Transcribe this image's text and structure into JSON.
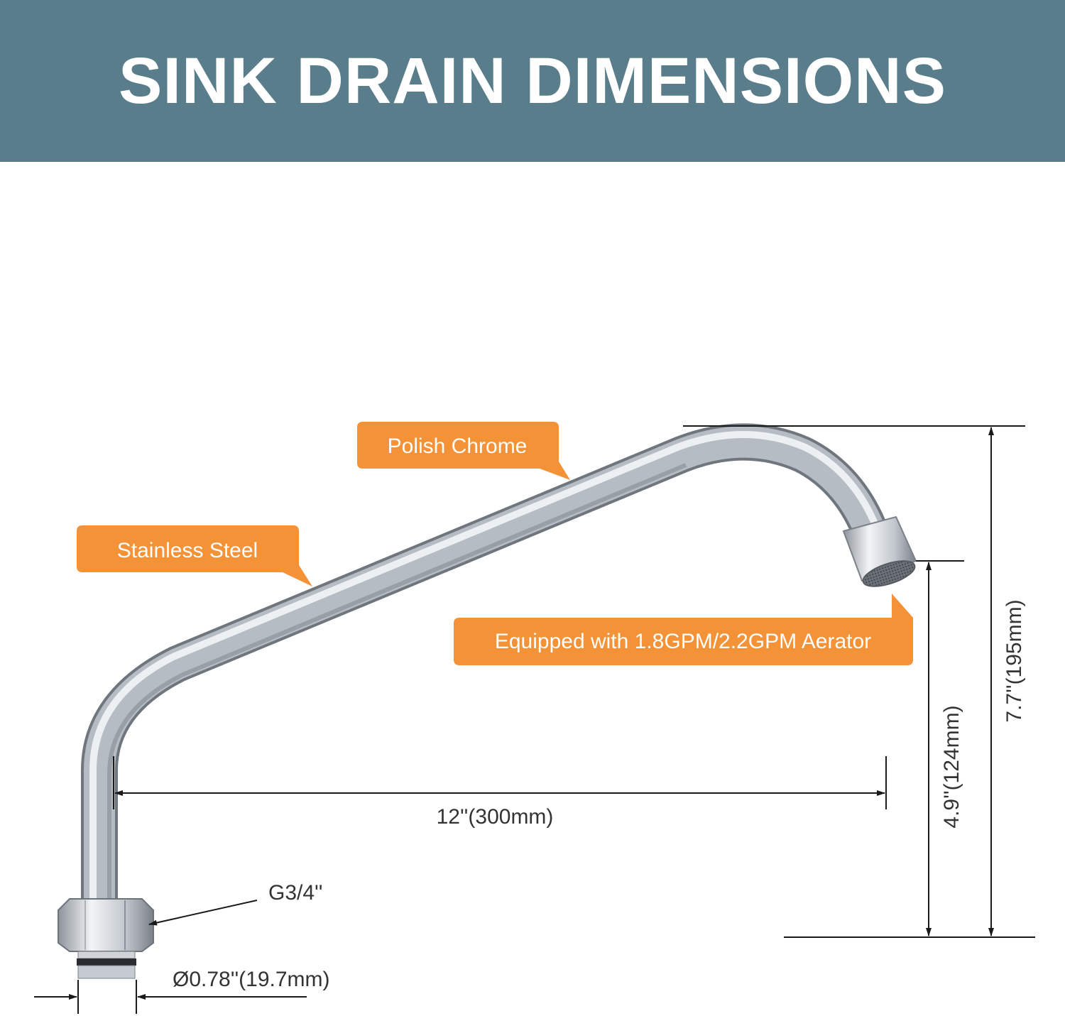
{
  "title": "SINK DRAIN DIMENSIONS",
  "colors": {
    "banner": "#5a7d8c",
    "callout": "#f39237",
    "chrome": "#c9ced4"
  },
  "callouts": {
    "polish_chrome": "Polish Chrome",
    "stainless_steel": "Stainless Steel",
    "aerator": "Equipped with 1.8GPM/2.2GPM Aerator"
  },
  "dimensions": {
    "length": "12''(300mm)",
    "outlet_height": "4.9''(124mm)",
    "total_height": "7.7''(195mm)",
    "thread": "G3/4''",
    "diameter": "Ø0.78''(19.7mm)"
  }
}
